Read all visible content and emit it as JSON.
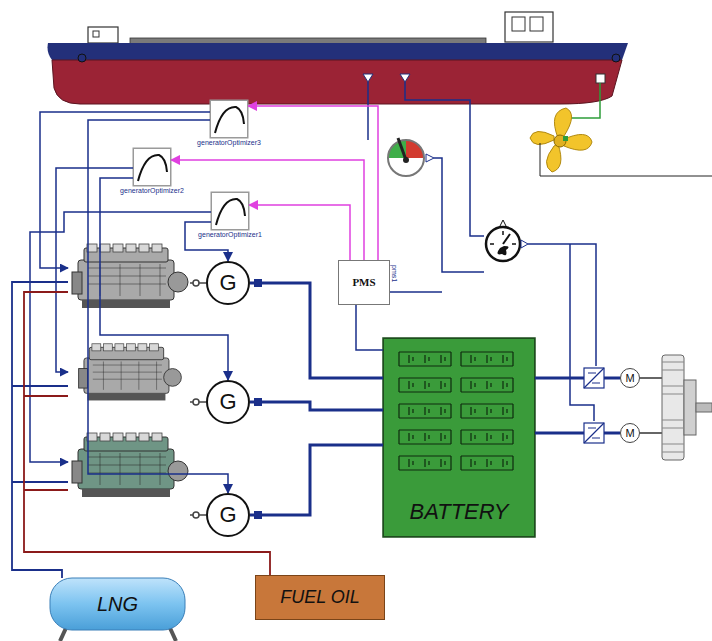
{
  "diagram": {
    "nodes": [
      {
        "text": [
          "generatorOptimizer3"
        ]
      },
      {
        "text": [
          "generatorOptimizer2"
        ]
      },
      {
        "text": [
          "generatorOptimizer1"
        ]
      },
      {
        "text": [
          "G"
        ]
      },
      {
        "text": [
          "PMS",
          "pms1"
        ]
      },
      {
        "text": [
          "G"
        ]
      },
      {
        "text": [
          "BATTERY"
        ]
      },
      {
        "text": [
          "M"
        ]
      },
      {
        "text": [
          "G"
        ]
      },
      {
        "text": [
          "M"
        ]
      },
      {
        "text": [
          "LNG"
        ]
      },
      {
        "text": [
          "FUEL OIL"
        ]
      }
    ],
    "edges": [
      {
        "from": 4,
        "to": 0,
        "arrow": "to"
      },
      {
        "from": 4,
        "to": 1,
        "arrow": "to"
      },
      {
        "from": 4,
        "to": 2,
        "arrow": "to"
      },
      {
        "from": 2,
        "to": 3,
        "arrow": "to"
      },
      {
        "from": 1,
        "to": 5,
        "arrow": "to"
      },
      {
        "from": 0,
        "to": 8,
        "arrow": "to"
      },
      {
        "from": 3,
        "to": 6,
        "arrow": "none"
      },
      {
        "from": 5,
        "to": 6,
        "arrow": "none"
      },
      {
        "from": 8,
        "to": 6,
        "arrow": "none"
      },
      {
        "from": 4,
        "to": 6,
        "arrow": "none"
      },
      {
        "from": 6,
        "to": 7,
        "arrow": "none"
      },
      {
        "from": 6,
        "to": 9,
        "arrow": "none"
      }
    ]
  }
}
